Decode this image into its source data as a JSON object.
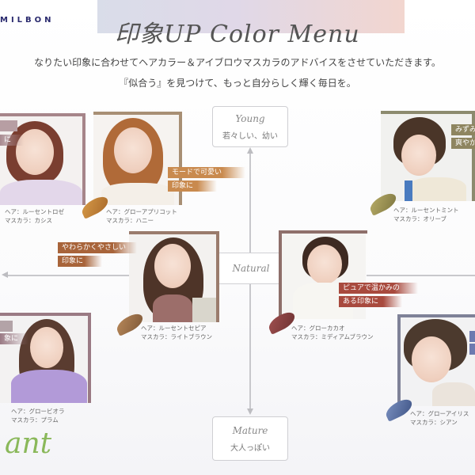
{
  "header": {
    "brand": "MILBON",
    "title": "印象UP Color Menu",
    "lead_line1": "なりたい印象に合わせてヘアカラー＆アイブロウマスカラのアドバイスをさせていただきます。",
    "lead_line2": "『似合う』を見つけて、もっと自分らしく輝く毎日を。"
  },
  "axis": {
    "top": {
      "en": "Young",
      "jp": "若々しい、幼い"
    },
    "center": {
      "en": "Natural"
    },
    "bottom": {
      "en": "Mature",
      "jp": "大人っぽい"
    },
    "bottom_left_label": "ant"
  },
  "colors": {
    "rose": "#a6858a",
    "apricot": "#a88f74",
    "mint": "#8c8a6e",
    "sepia": "#9a7b6c",
    "cacao": "#8e6f6a",
    "viola": "#9a7a84",
    "iris": "#7f8298",
    "tag_apricot": "#c98a4e",
    "tag_sepia": "#a8643a",
    "tag_cacao": "#a84a3e",
    "tag_mint": "#8e8560",
    "tag_iris": "#6e7ab0",
    "tag_rose": "#a88a90",
    "accent_green": "#8ab85a"
  },
  "cards": [
    {
      "id": "rose",
      "hair": "ヘア：ルーセントロゼ",
      "mascara": "マスカラ：カシス",
      "tag1": "",
      "tag2": "に"
    },
    {
      "id": "apricot",
      "hair": "ヘア：グローアプリコット",
      "mascara": "マスカラ：ハニー",
      "tag1": "モードで可愛い",
      "tag2": "印象に"
    },
    {
      "id": "mint",
      "hair": "ヘア：ルーセントミント",
      "mascara": "マスカラ：オリーブ",
      "tag1": "みずみ",
      "tag2": "爽やか"
    },
    {
      "id": "sepia",
      "hair": "ヘア：ルーセントセピア",
      "mascara": "マスカラ：ライトブラウン",
      "tag1": "やわらかくやさしい",
      "tag2": "印象に"
    },
    {
      "id": "cacao",
      "hair": "ヘア：グローカカオ",
      "mascara": "マスカラ：ミディアムブラウン",
      "tag1": "ピュアで温かみの",
      "tag2": "ある印象に"
    },
    {
      "id": "viola",
      "hair": "ヘア：グロービオラ",
      "mascara": "マスカラ：プラム",
      "tag1": "",
      "tag2": "象に"
    },
    {
      "id": "iris",
      "hair": "ヘア：グローアイリス",
      "mascara": "マスカラ：シアン",
      "tag1": "",
      "tag2": ""
    }
  ]
}
